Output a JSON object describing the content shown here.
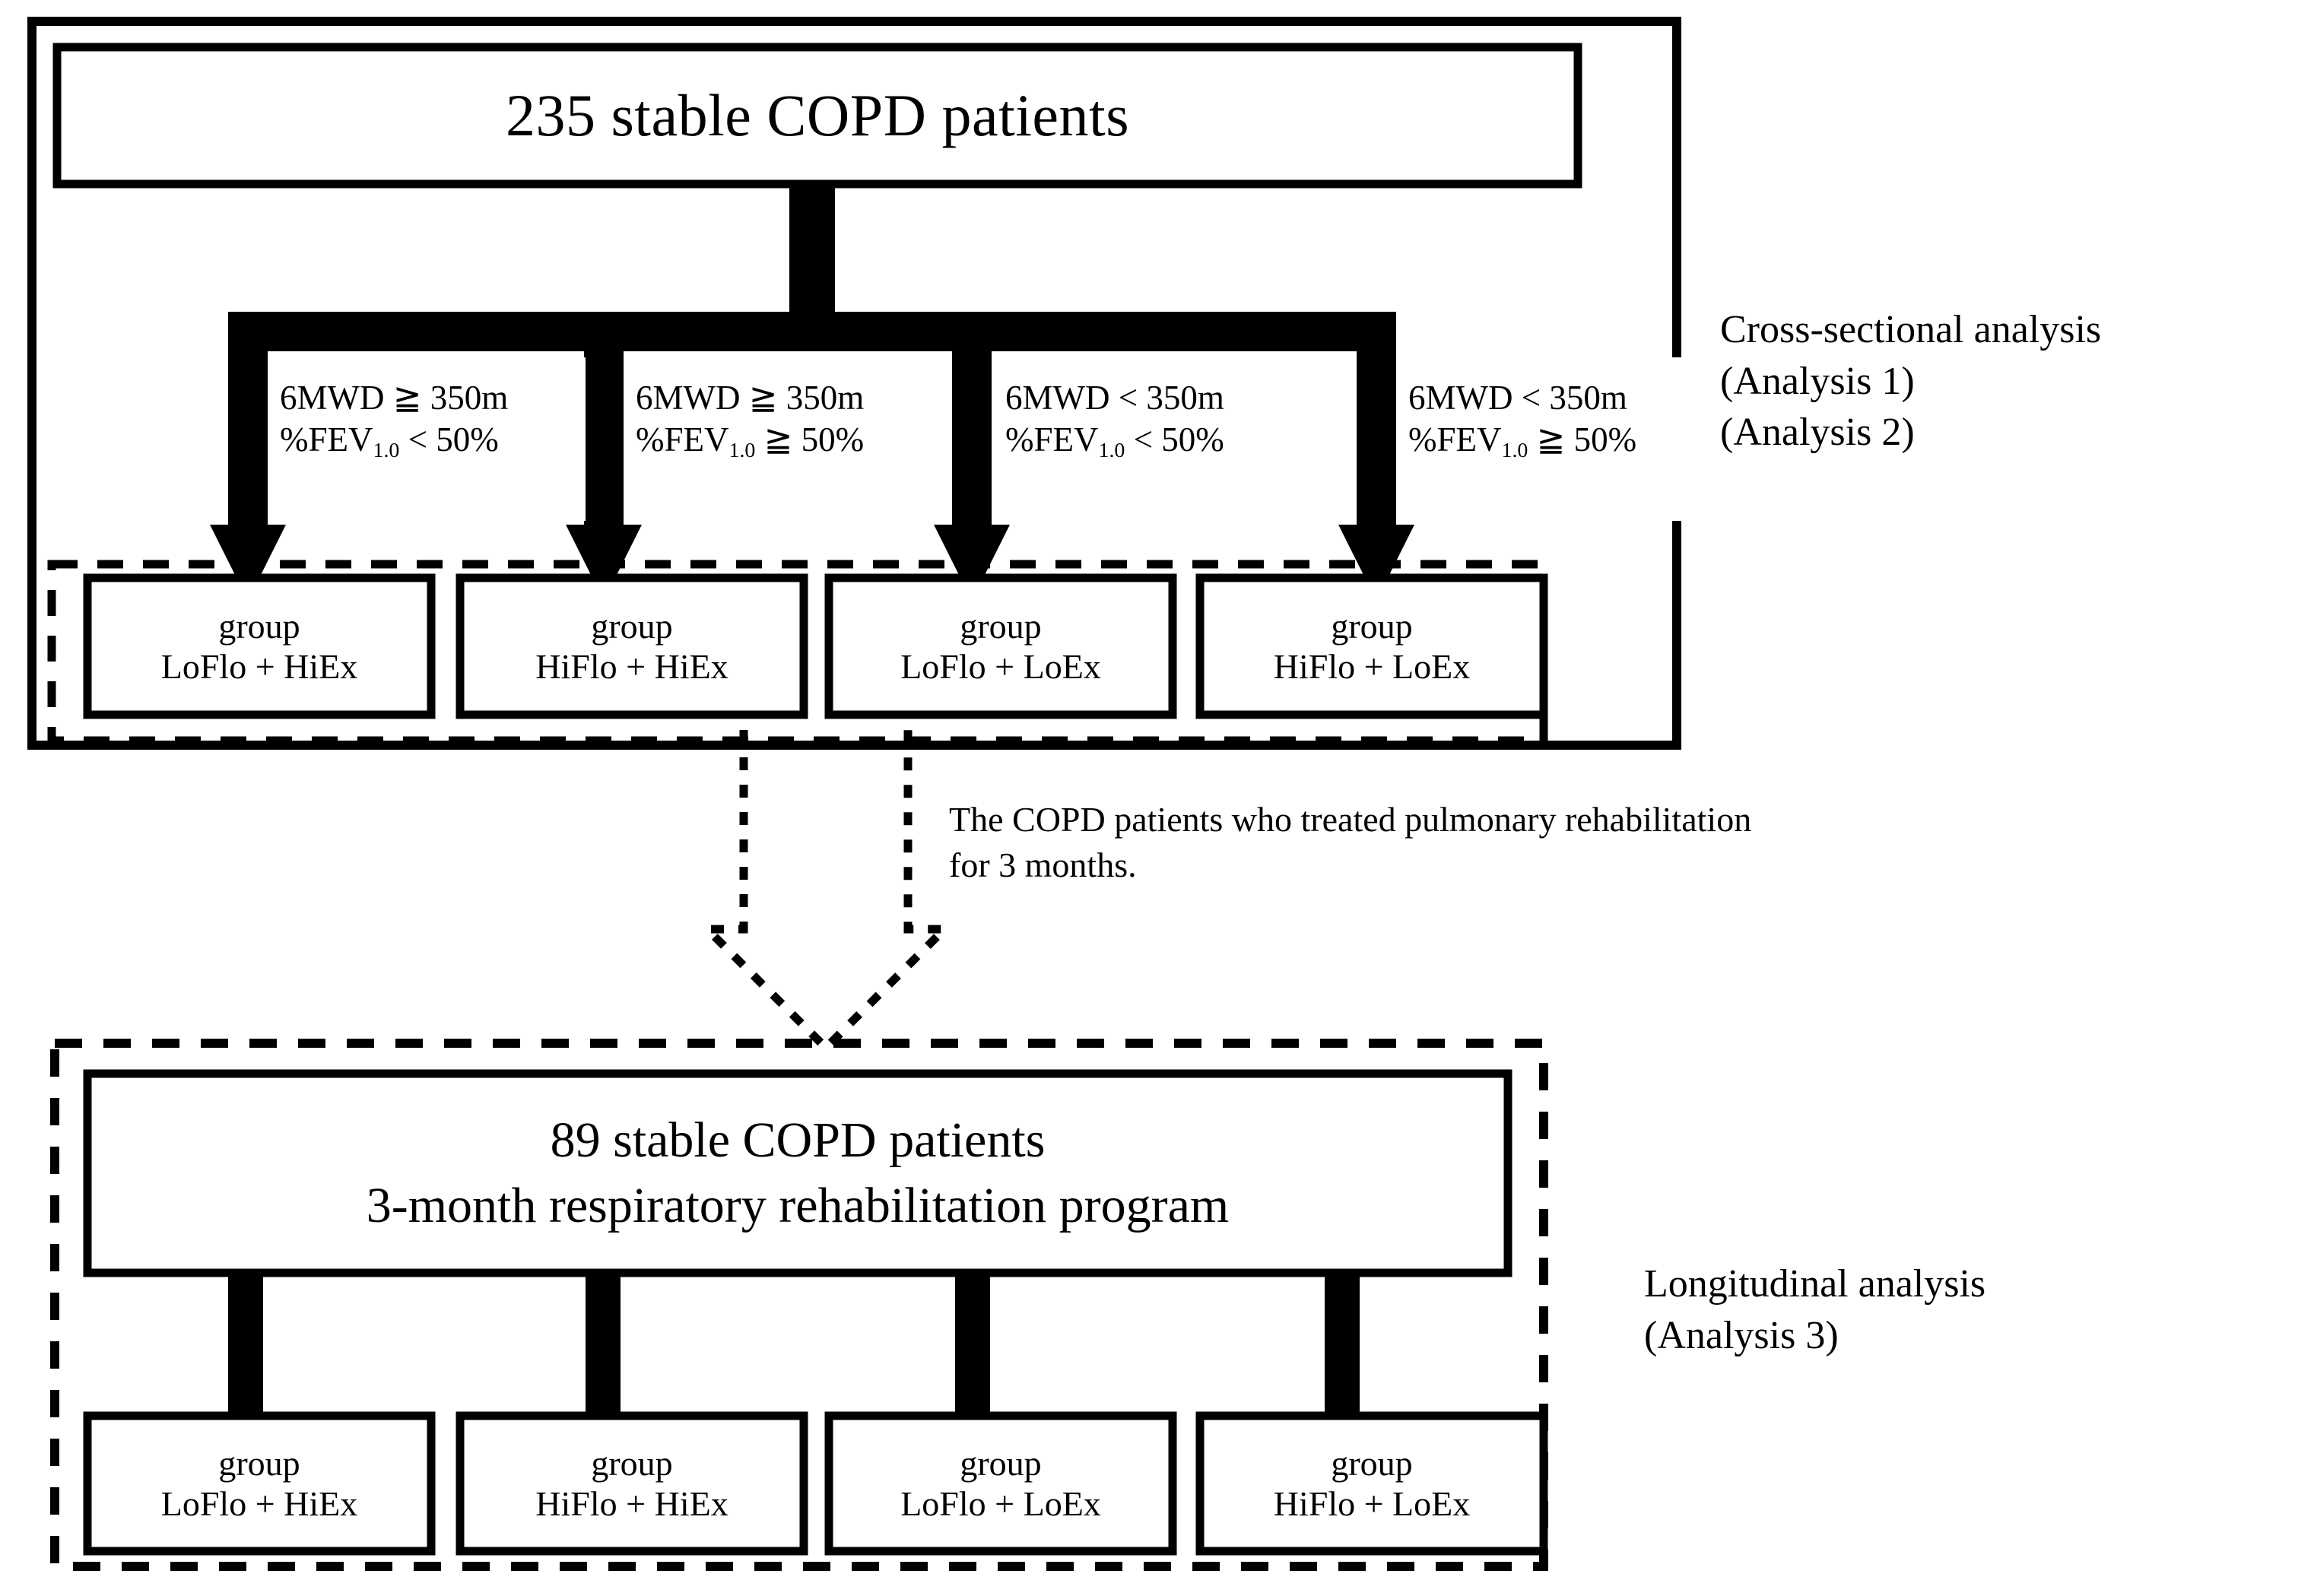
{
  "diagram": {
    "type": "study-flowchart",
    "top_section": {
      "title": "235 stable COPD patients",
      "criteria": [
        {
          "line1_metric": "6MWD",
          "line1_op": "≧",
          "line1_value": "350m",
          "line2_metric": "%FEV",
          "line2_sub": "1.0",
          "line2_op": "<",
          "line2_value": "50%"
        },
        {
          "line1_metric": "6MWD",
          "line1_op": "≧",
          "line1_value": "350m",
          "line2_metric": "%FEV",
          "line2_sub": "1.0",
          "line2_op": "≧",
          "line2_value": "50%"
        },
        {
          "line1_metric": "6MWD",
          "line1_op": "<",
          "line1_value": "350m",
          "line2_metric": "%FEV",
          "line2_sub": "1.0",
          "line2_op": "<",
          "line2_value": "50%"
        },
        {
          "line1_metric": "6MWD",
          "line1_op": "<",
          "line1_value": "350m",
          "line2_metric": "%FEV",
          "line2_sub": "1.0",
          "line2_op": "≧",
          "line2_value": "50%"
        }
      ],
      "groups": [
        {
          "line1": "group",
          "line2": "LoFlo + HiEx"
        },
        {
          "line1": "group",
          "line2": "HiFlo + HiEx"
        },
        {
          "line1": "group",
          "line2": "LoFlo + LoEx"
        },
        {
          "line1": "group",
          "line2": "HiFlo + LoEx"
        }
      ],
      "side_label": {
        "line1": "Cross-sectional analysis",
        "line2": "(Analysis 1)",
        "line3": "(Analysis 2)"
      }
    },
    "transition": {
      "note_line1": "The COPD patients who treated pulmonary rehabilitation",
      "note_line2": "for 3 months."
    },
    "bottom_section": {
      "title_line1": "89 stable COPD patients",
      "title_line2": "3-month respiratory rehabilitation program",
      "groups": [
        {
          "line1": "group",
          "line2": "LoFlo + HiEx"
        },
        {
          "line1": "group",
          "line2": "HiFlo + HiEx"
        },
        {
          "line1": "group",
          "line2": "LoFlo + LoEx"
        },
        {
          "line1": "group",
          "line2": "HiFlo + LoEx"
        }
      ],
      "side_label": {
        "line1": "Longitudinal analysis",
        "line2": "(Analysis 3)"
      }
    },
    "colors": {
      "ink": "#000000",
      "paper": "#ffffff"
    }
  }
}
